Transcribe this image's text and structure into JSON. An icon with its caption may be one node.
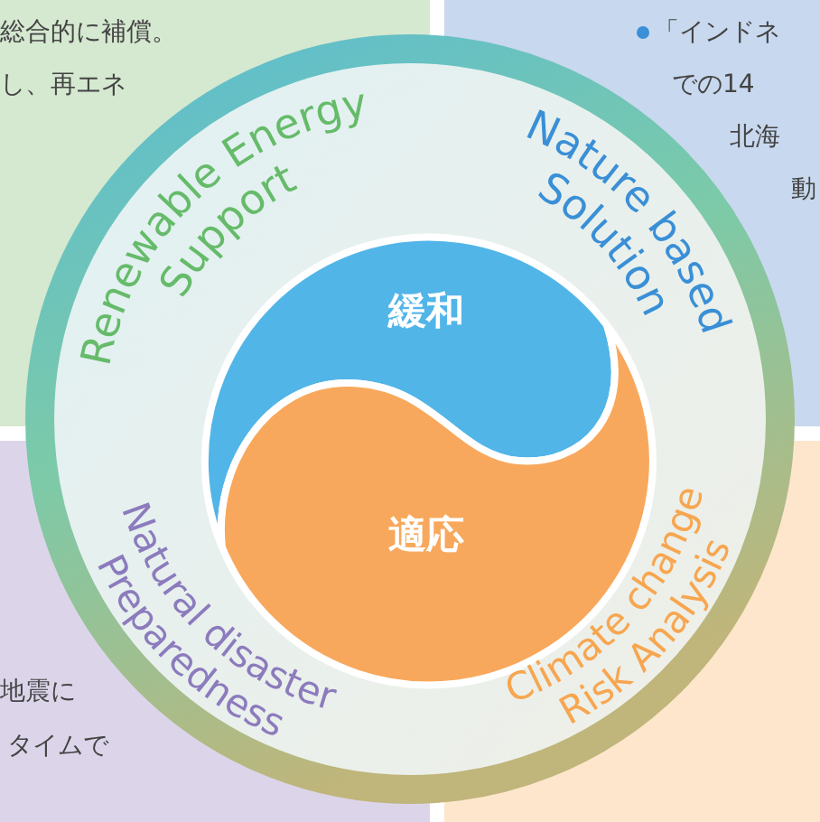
{
  "diagram": {
    "nodes": [
      {
        "text": [
          "緩和"
        ]
      },
      {
        "text": [
          "適応"
        ]
      }
    ],
    "edges": [],
    "labels": [
      "総合的に補償。",
      "し、再エネ",
      "「インドネ",
      "での14",
      "北海",
      "動",
      "Renewable Energy Support",
      "Nature based Solution",
      "Natural disaster Preparedness",
      "Climate change Risk Analysis",
      "地震に",
      "タイムで"
    ]
  }
}
